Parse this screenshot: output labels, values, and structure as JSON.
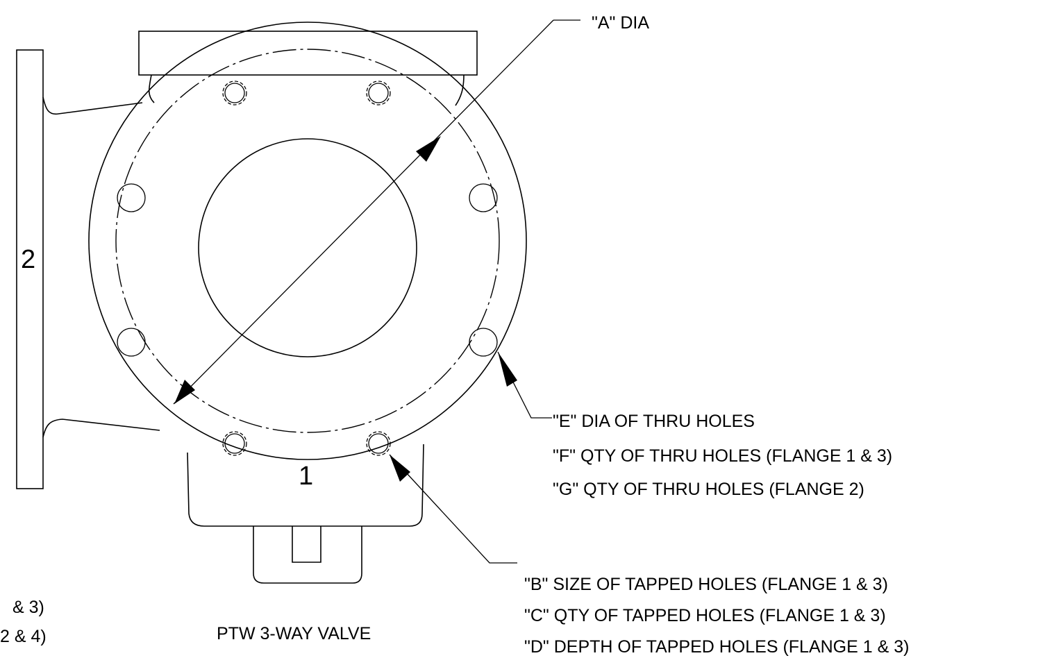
{
  "drawing": {
    "flange_labels": {
      "flange_1": "1",
      "flange_2": "2"
    },
    "callouts": {
      "a_dia": "\"A\" DIA",
      "e_dia": "\"E\" DIA OF THRU HOLES",
      "f_qty": "\"F\" QTY OF THRU HOLES (FLANGE 1 & 3)",
      "g_qty": "\"G\" QTY OF THRU HOLES (FLANGE 2)",
      "b_size": "\"B\" SIZE OF TAPPED HOLES (FLANGE 1 & 3)",
      "c_qty": "\"C\" QTY OF TAPPED HOLES (FLANGE 1 & 3)",
      "d_depth": "\"D\" DEPTH OF TAPPED HOLES (FLANGE 1 & 3)"
    },
    "partial_left_text": {
      "line_1": "& 3)",
      "line_2": "2 & 4)"
    },
    "caption": "PTW 3-WAY VALVE"
  }
}
